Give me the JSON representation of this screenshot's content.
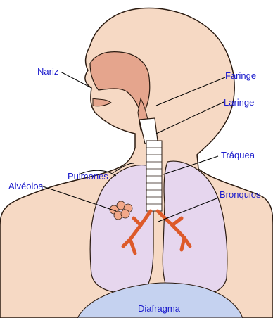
{
  "labels": {
    "nariz": "Nariz",
    "faringe": "Faringe",
    "laringe": "Laringe",
    "traquea": "Tráquea",
    "pulmones": "Pulmones",
    "alveolos": "Alvéolos",
    "bronquios": "Bronquios",
    "diafragma": "Diafragma"
  },
  "colors": {
    "skin": "#f6d9c4",
    "skin_outline": "#2a1a10",
    "lung": "#e6d6ee",
    "airway": "#e5a58d",
    "bronchi": "#dd5a2a",
    "diaphragm": "#c5d2f0",
    "label_text": "#1a1acc"
  }
}
